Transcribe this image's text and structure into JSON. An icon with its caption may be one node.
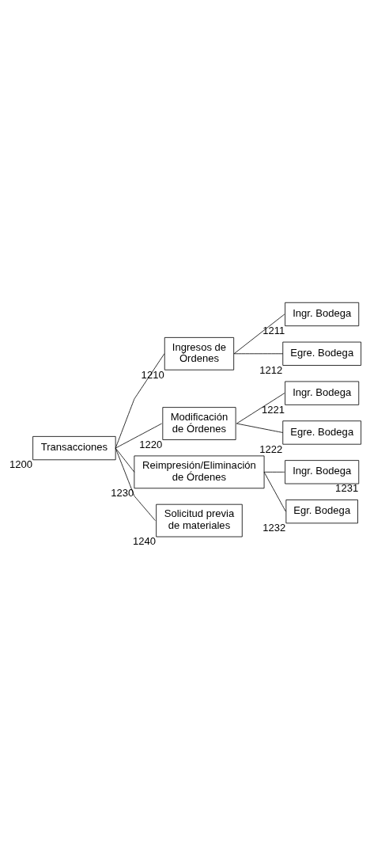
{
  "diagram": {
    "nodes": [
      {
        "text": [
          "Transacciones"
        ],
        "beside": [
          "1200"
        ]
      },
      {
        "text": [
          "Ingresos de Órdenes"
        ],
        "beside": [
          "1210"
        ]
      },
      {
        "text": [
          "Ingr. Bodega"
        ],
        "beside": [
          "1211"
        ]
      },
      {
        "text": [
          "Egre. Bodega"
        ],
        "beside": [
          "1212"
        ]
      },
      {
        "text": [
          "Modificación de Órdenes"
        ],
        "beside": [
          "1220"
        ]
      },
      {
        "text": [
          "Ingr. Bodega"
        ],
        "beside": [
          "1221"
        ]
      },
      {
        "text": [
          "Egre. Bodega"
        ],
        "beside": [
          "1222"
        ]
      },
      {
        "text": [
          "Reimpresión/Eliminación de Órdenes"
        ],
        "beside": [
          "1230"
        ]
      },
      {
        "text": [
          "Ingr. Bodega"
        ],
        "beside": [
          "1231"
        ]
      },
      {
        "text": [
          "Egr. Bodega"
        ],
        "beside": [
          "1232"
        ]
      },
      {
        "text": [
          "Solicitud previa de materiales"
        ],
        "beside": [
          "1240"
        ]
      }
    ],
    "edges": [
      {
        "from": 0,
        "to": 1,
        "arrow": "none"
      },
      {
        "from": 1,
        "to": 2,
        "arrow": "none"
      },
      {
        "from": 1,
        "to": 3,
        "arrow": "none"
      },
      {
        "from": 0,
        "to": 4,
        "arrow": "none"
      },
      {
        "from": 4,
        "to": 5,
        "arrow": "none"
      },
      {
        "from": 4,
        "to": 6,
        "arrow": "none"
      },
      {
        "from": 0,
        "to": 7,
        "arrow": "none"
      },
      {
        "from": 7,
        "to": 8,
        "arrow": "none"
      },
      {
        "from": 7,
        "to": 9,
        "arrow": "none"
      },
      {
        "from": 0,
        "to": 10,
        "arrow": "none"
      }
    ]
  }
}
